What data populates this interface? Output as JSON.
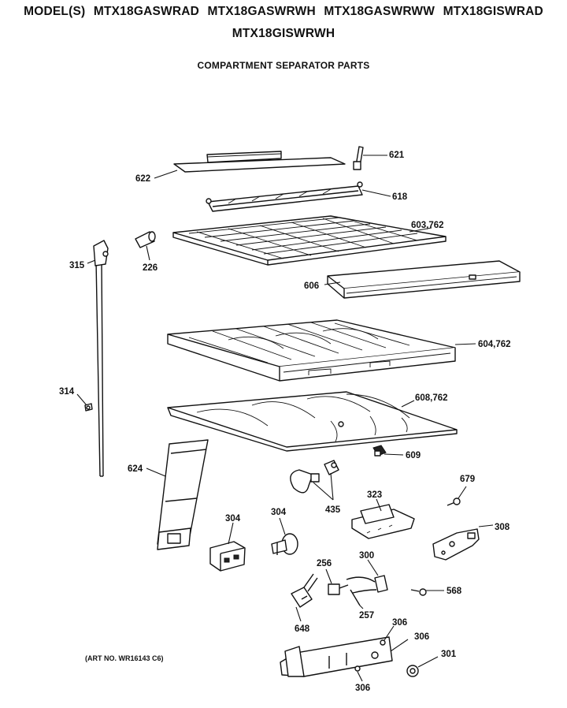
{
  "header": {
    "models_line1": "MODEL(S) MTX18GASWRAD MTX18GASWRWH MTX18GASWRWW MTX18GISWRAD",
    "models_line2": "MTX18GISWRWH",
    "section_title": "COMPARTMENT SEPARATOR PARTS"
  },
  "art_number": "(ART NO. WR16143 C6)",
  "callouts": {
    "c621": "621",
    "c622": "622",
    "c618": "618",
    "c603": "603,762",
    "c315": "315",
    "c226": "226",
    "c606": "606",
    "c604": "604,762",
    "c314": "314",
    "c608": "608,762",
    "c609": "609",
    "c624": "624",
    "c679": "679",
    "c323": "323",
    "c435": "435",
    "c304a": "304",
    "c304b": "304",
    "c308": "308",
    "c256": "256",
    "c300": "300",
    "c568": "568",
    "c257": "257",
    "c648": "648",
    "c306a": "306",
    "c306b": "306",
    "c306c": "306",
    "c301": "301"
  }
}
